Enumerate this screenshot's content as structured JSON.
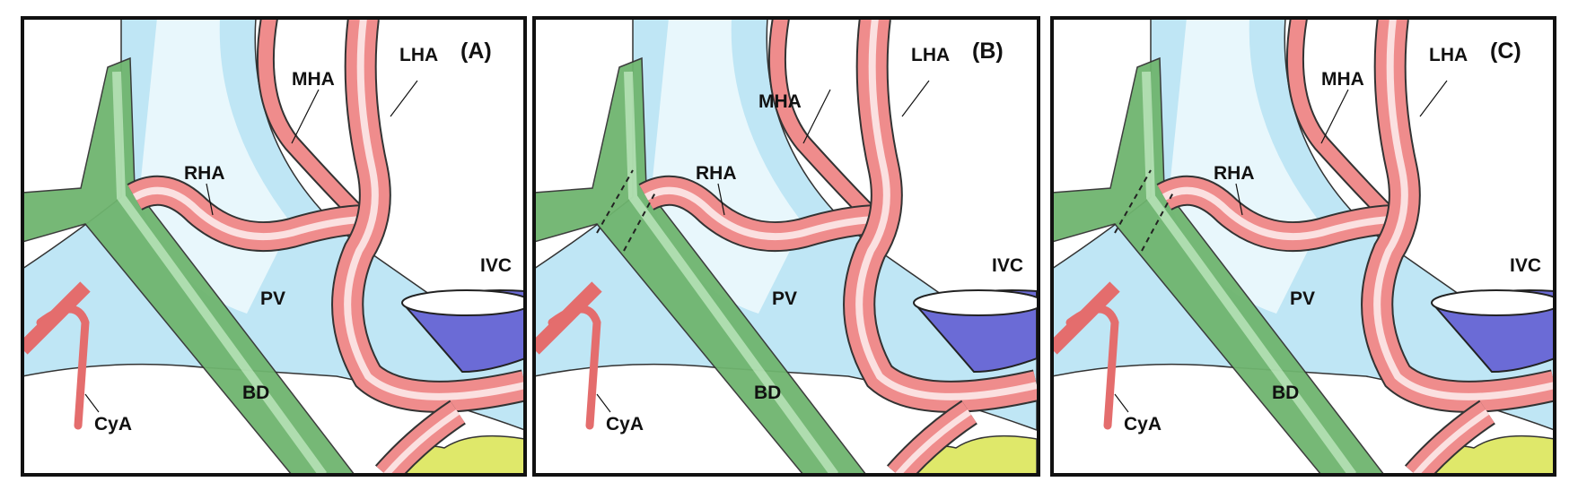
{
  "panels": [
    {
      "id": "(A)",
      "labels": {
        "mha": "MHA",
        "lha": "LHA",
        "rha": "RHA",
        "ivc": "IVC",
        "pv": "PV",
        "bd": "BD",
        "cya": "CyA"
      }
    },
    {
      "id": "(B)",
      "labels": {
        "mha": "MHA",
        "lha": "LHA",
        "rha": "RHA",
        "ivc": "IVC",
        "pv": "PV",
        "bd": "BD",
        "cya": "CyA"
      }
    },
    {
      "id": "(C)",
      "labels": {
        "mha": "MHA",
        "lha": "LHA",
        "rha": "RHA",
        "ivc": "IVC",
        "pv": "PV",
        "bd": "BD",
        "cya": "CyA"
      }
    }
  ],
  "colors": {
    "artery": "#ef8c8c",
    "bile_duct": "#6fb56f",
    "portal_vein": "#bfe6f5",
    "ivc": "#6b6bd6",
    "fat": "#dfe86a"
  }
}
